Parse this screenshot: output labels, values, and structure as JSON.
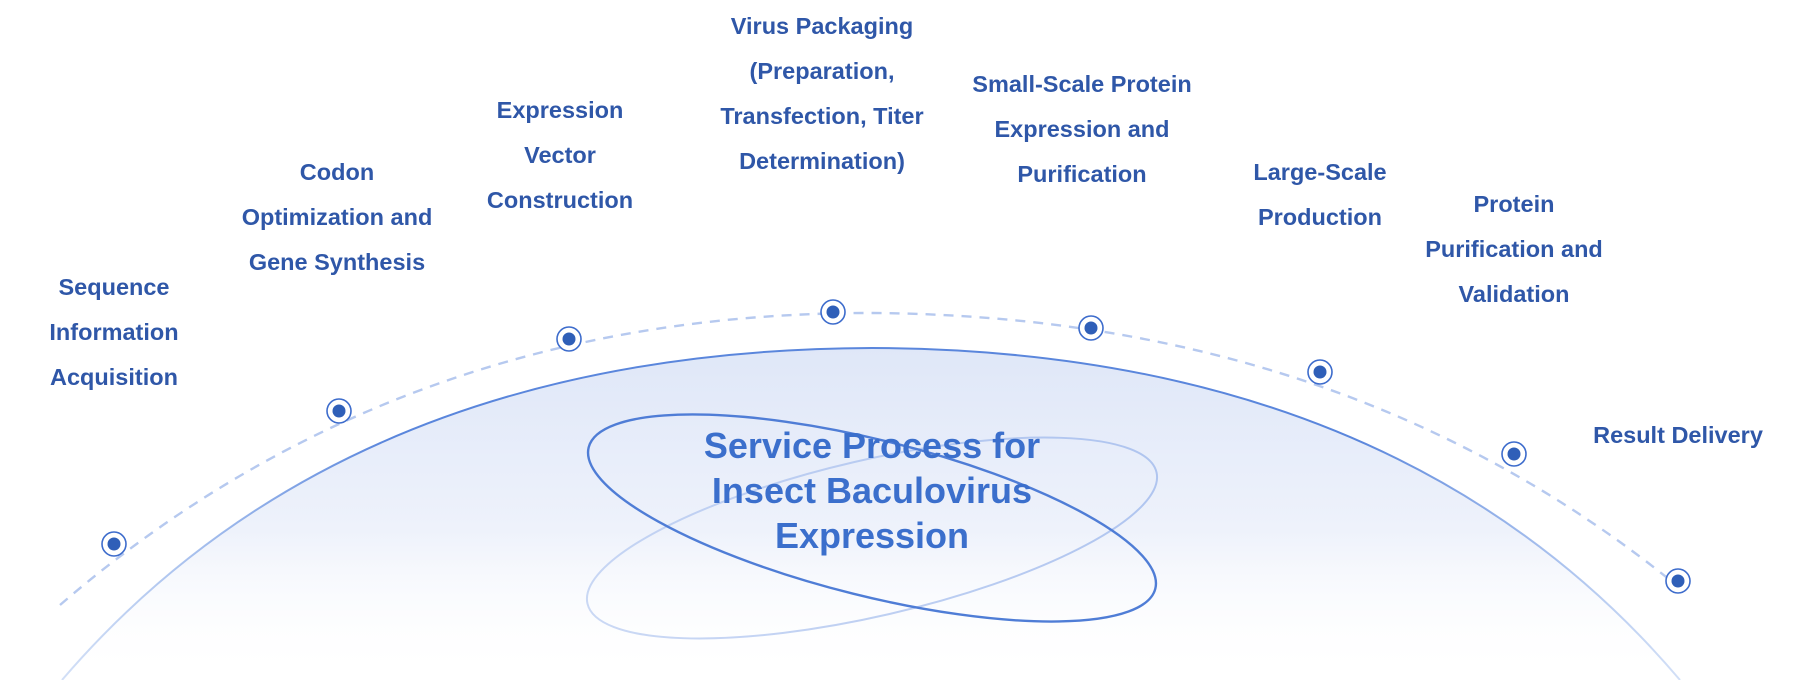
{
  "diagram": {
    "center_title_lines": [
      "Service Process for",
      "Insect Baculovirus",
      "Expression"
    ],
    "steps": [
      {
        "lines": [
          "Sequence",
          "Information",
          "Acquisition"
        ]
      },
      {
        "lines": [
          "Codon",
          "Optimization and",
          "Gene Synthesis"
        ]
      },
      {
        "lines": [
          "Expression",
          "Vector",
          "Construction"
        ]
      },
      {
        "lines": [
          "Virus Packaging",
          "(Preparation,",
          "Transfection, Titer",
          "Determination)"
        ]
      },
      {
        "lines": [
          "Small-Scale Protein",
          "Expression and",
          "Purification"
        ]
      },
      {
        "lines": [
          "Large-Scale",
          "Production"
        ]
      },
      {
        "lines": [
          "Protein",
          "Purification and",
          "Validation"
        ]
      },
      {
        "lines": [
          "Result Delivery"
        ]
      }
    ],
    "colors": {
      "label_text": "#2f57a8",
      "title_text": "#3b6fcc",
      "connector_line": "#3d6ccc",
      "node_fill": "#2f5fb8",
      "dashed_arc": "#b6c9ef",
      "dome_fill_top": "#e3eaf9",
      "dome_edge": "#4a78d6"
    }
  }
}
